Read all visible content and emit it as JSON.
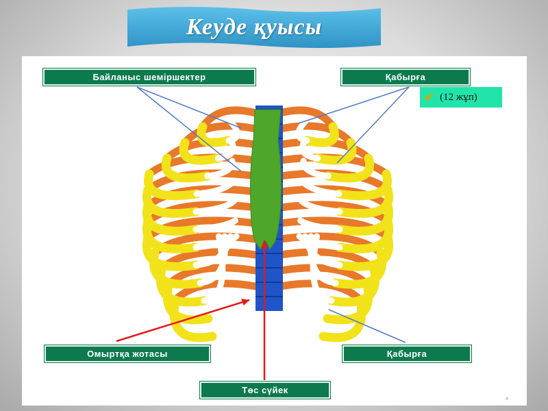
{
  "title": "Кеуде қуысы",
  "labels": {
    "connecting_cartilages": "Байланыс шеміршектер",
    "rib_top": "Қабырға",
    "pairs": "(12 жұп)",
    "spine": "Омыртқа жотасы",
    "rib_bottom": "Қабырға",
    "sternum": "Төс сүйек"
  },
  "colors": {
    "banner": "#3aa6d6",
    "label_bg": "#0d7a4e",
    "pairs_bg": "#21e4a9",
    "rib": "#f2e21a",
    "rib_posterior": "#e8782a",
    "sternum": "#4ea62a",
    "spine": "#1f55c8",
    "cartilage": "#ffffff",
    "pointer_blue": "#4f79c9",
    "pointer_red": "#e41a1a"
  },
  "icons": {
    "check": "checkmark-icon"
  }
}
